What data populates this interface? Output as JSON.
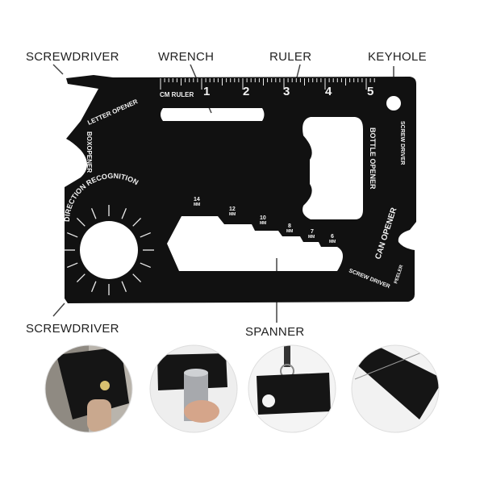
{
  "callouts": {
    "screwdriver_top": "SCREWDRIVER",
    "wrench": "WRENCH",
    "ruler": "RULER",
    "keyhole": "KEYHOLE",
    "screwdriver_bottom": "SCREWDRIVER",
    "spanner": "SPANNER"
  },
  "card": {
    "ruler_label": "CM RULER",
    "ruler_numbers": [
      "1",
      "2",
      "3",
      "4",
      "5"
    ],
    "letter_opener": "LETTER OPENER",
    "box_opener": "BOXOPENER",
    "direction_recognition": "DIRECTION RECOGNITION",
    "bottle_opener": "BOTTLE OPENER",
    "screw_driver_right": "SCREW DRIVER",
    "can_opener": "CAN OPENER",
    "screw_driver_bottom": "SCREW DRIVER",
    "peeler": "PEELER",
    "spanner_sizes": [
      {
        "value": "14",
        "unit": "MM"
      },
      {
        "value": "12",
        "unit": "MM"
      },
      {
        "value": "10",
        "unit": "MM"
      },
      {
        "value": "8",
        "unit": "MM"
      },
      {
        "value": "7",
        "unit": "MM"
      },
      {
        "value": "6",
        "unit": "MM"
      }
    ]
  },
  "colors": {
    "card": "#111111",
    "card_text": "#f2f2f2",
    "callout_text": "#222222"
  },
  "usage_photos": [
    "keyhole-use-photo",
    "can-opener-use-photo",
    "keychain-photo",
    "ruler-use-photo"
  ]
}
